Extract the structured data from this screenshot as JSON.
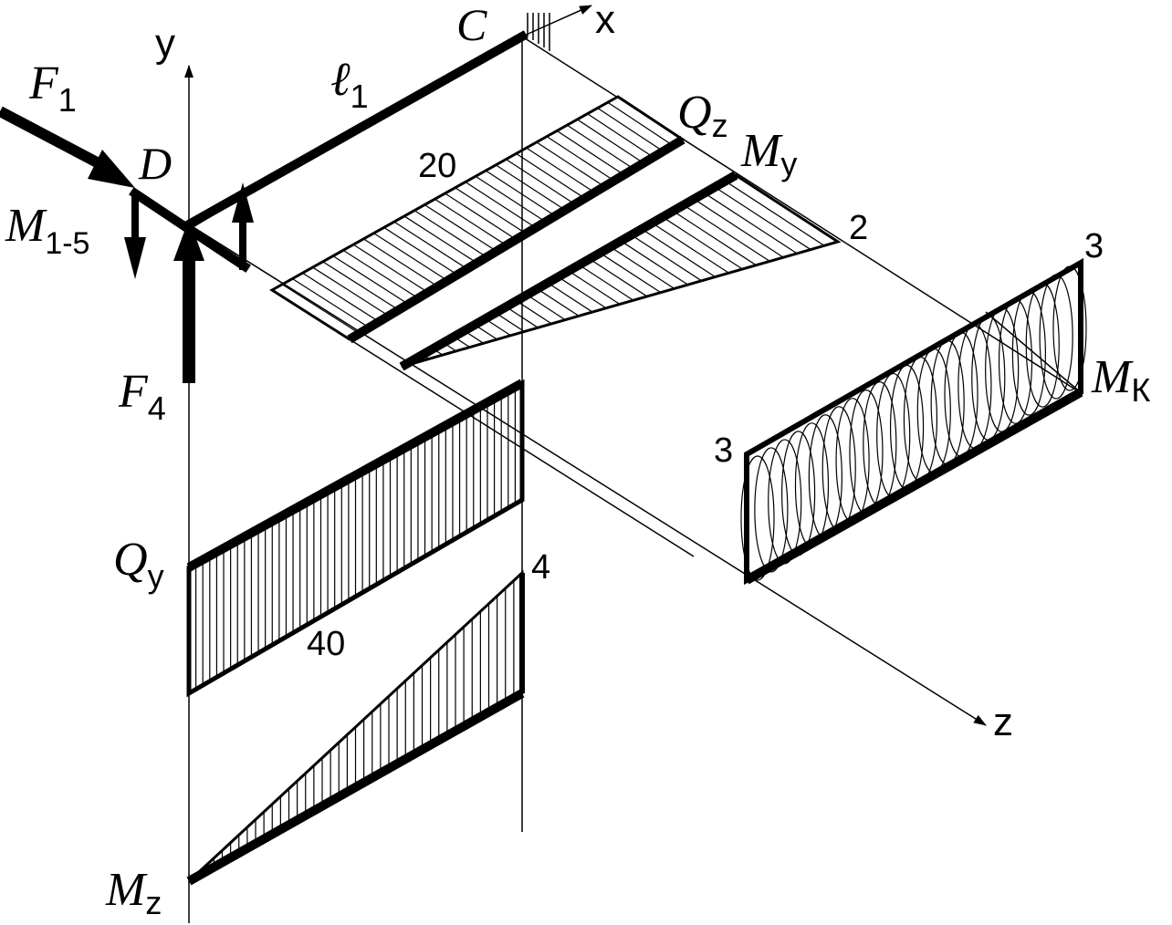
{
  "labels": {
    "axis_y": "y",
    "axis_x": "x",
    "axis_z": "z",
    "point_c": "C",
    "point_d": "D",
    "force_f1": "F",
    "force_f1_sub": "1",
    "force_f4": "F",
    "force_f4_sub": "4",
    "moment_m15": "M",
    "moment_m15_sub": "1-5",
    "length_l1": "ℓ",
    "length_l1_sub": "1",
    "diag_qz": "Q",
    "diag_qz_sub": "z",
    "diag_my": "M",
    "diag_my_sub": "y",
    "diag_mk": "M",
    "diag_mk_sub": "К",
    "diag_qy": "Q",
    "diag_qy_sub": "y",
    "diag_mz": "M",
    "diag_mz_sub": "z",
    "val_20": "20",
    "val_2": "2",
    "val_3_top": "3",
    "val_3_left": "3",
    "val_40": "40",
    "val_4": "4"
  },
  "colors": {
    "ink": "#000000",
    "background": "#ffffff"
  }
}
